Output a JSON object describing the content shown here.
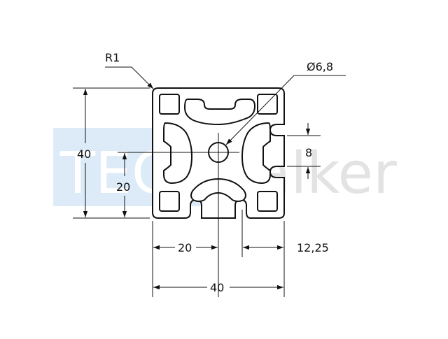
{
  "drawing": {
    "watermark": {
      "boxed_part": "TEC",
      "plain_part": "walker",
      "box_color": "#ddebf8"
    },
    "colors": {
      "profile_fill": "#ffffff",
      "line": "#111111"
    },
    "labels": {
      "radius": "R1",
      "hole_diameter": "Ø6,8",
      "slot_width": "8",
      "height_total": "40",
      "height_half": "20",
      "width_half": "20",
      "slot_offset": "12,25",
      "width_total": "40"
    }
  }
}
